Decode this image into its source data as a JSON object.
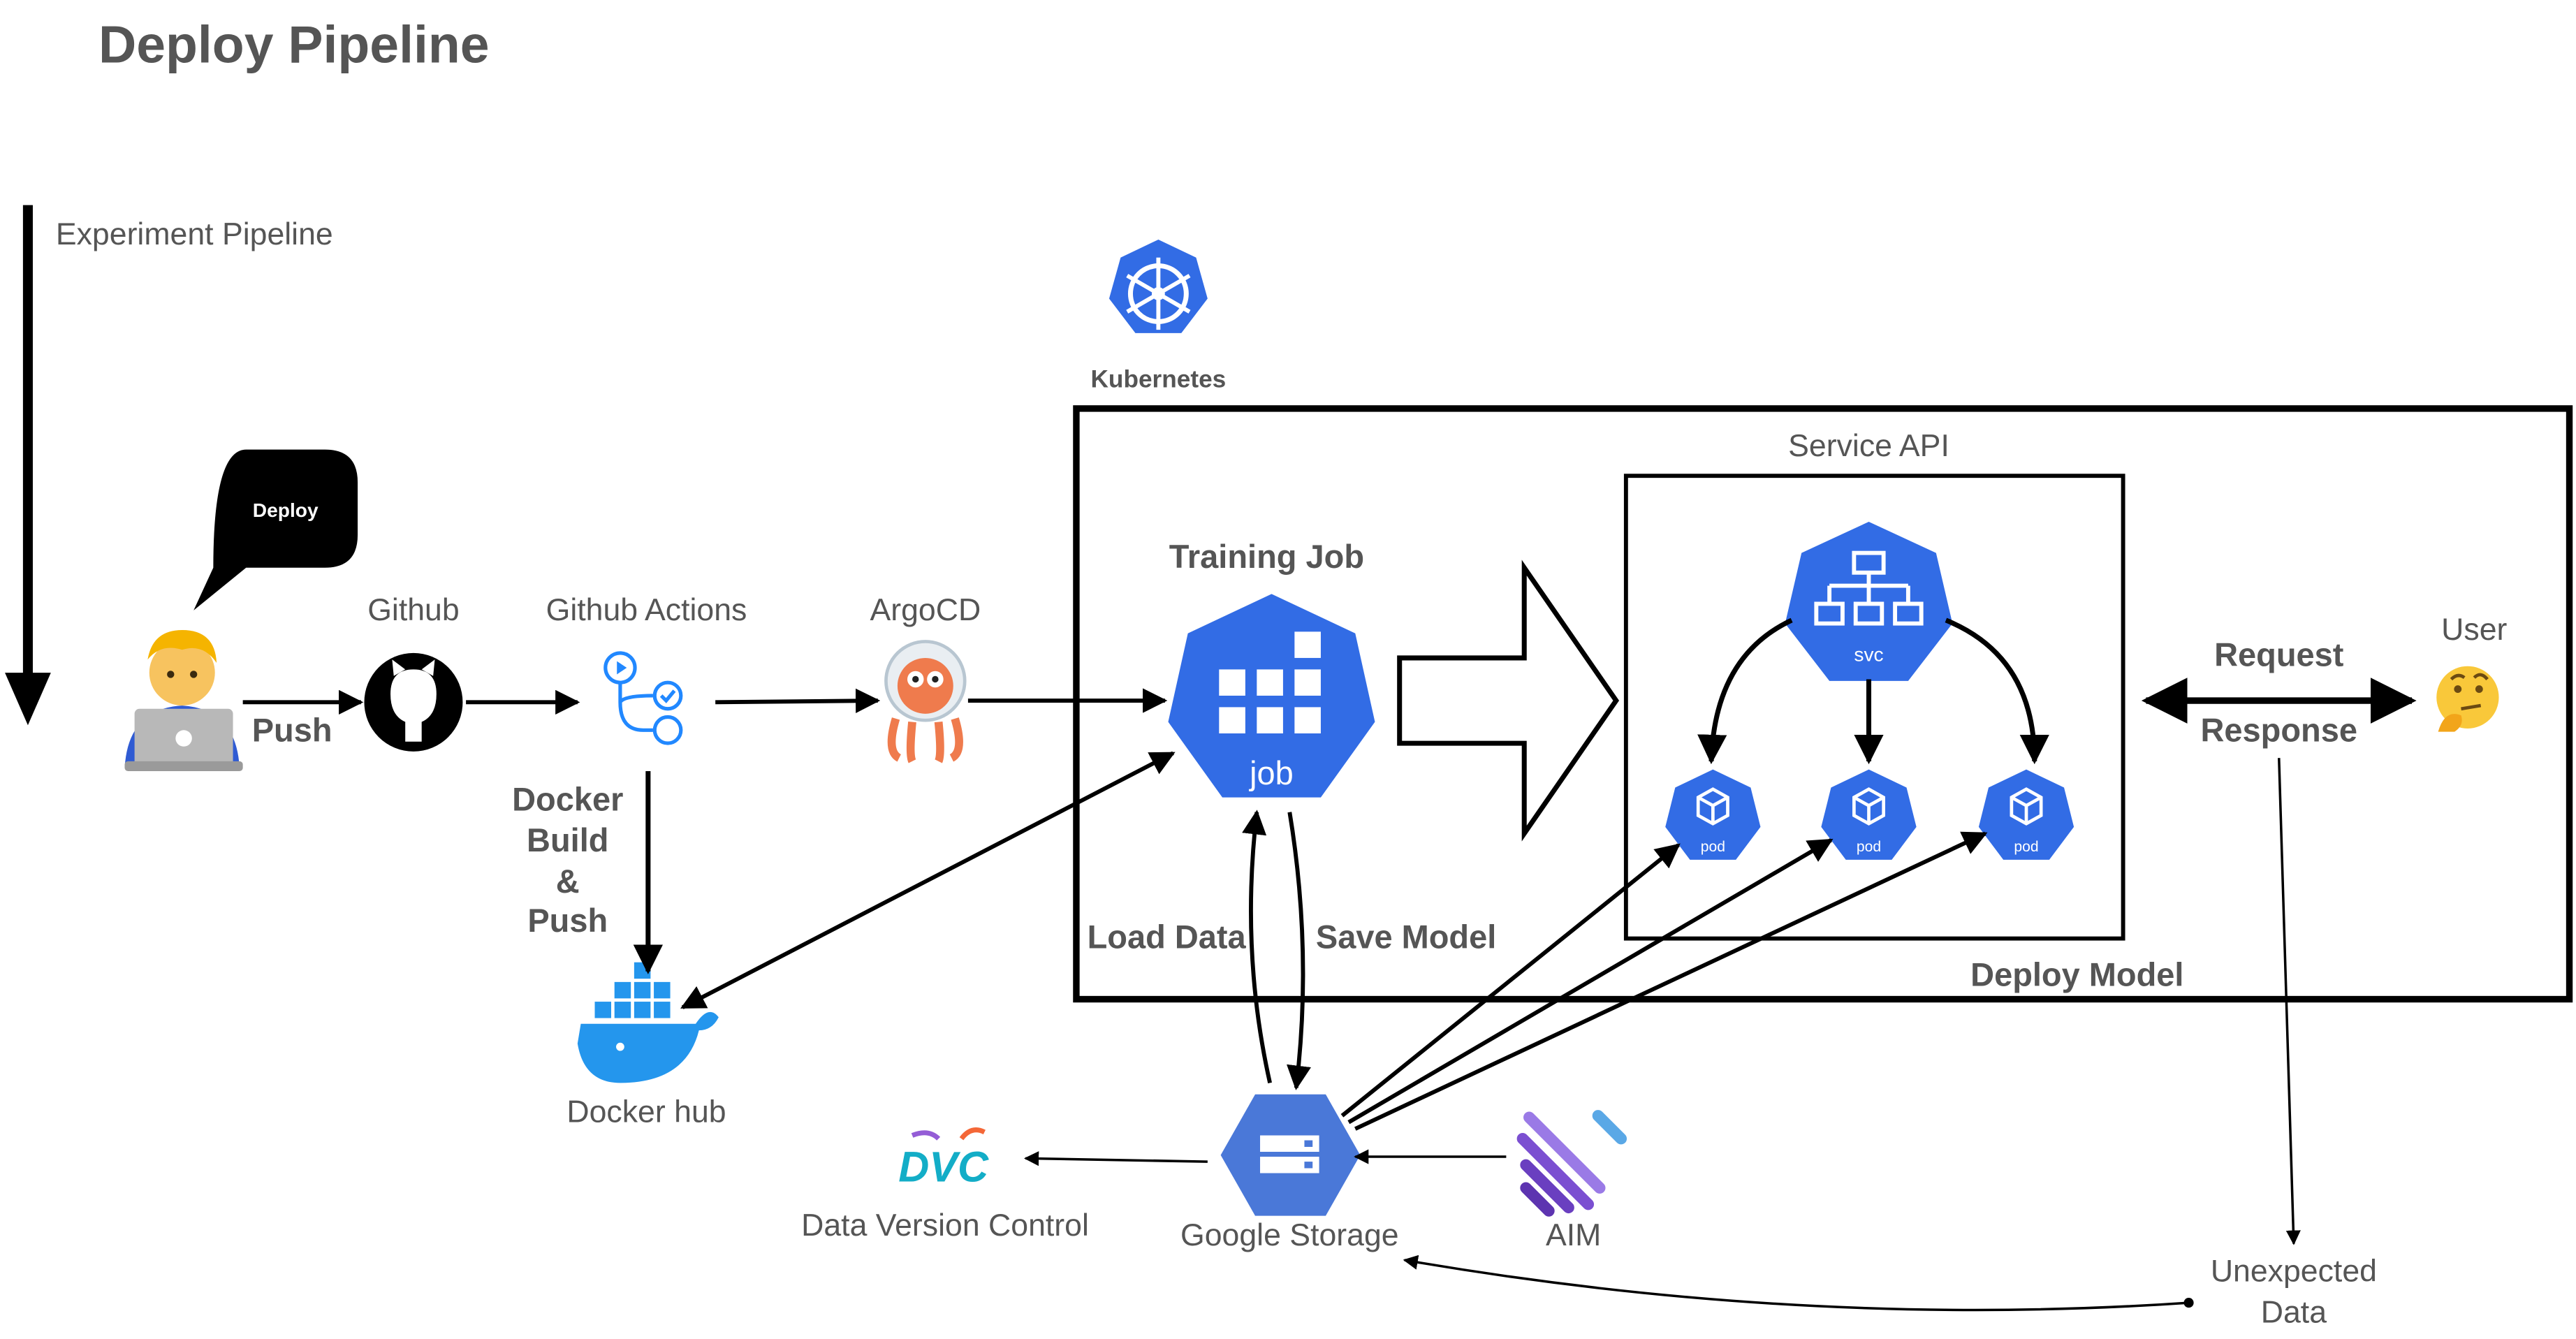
{
  "title": "Deploy Pipeline",
  "experiment_pipeline": "Experiment Pipeline",
  "kubernetes": "Kubernetes",
  "bubble": "Deploy",
  "nodes": {
    "github": "Github",
    "github_actions": "Github Actions",
    "argocd": "ArgoCD",
    "docker_hub": "Docker hub",
    "training_job": "Training Job",
    "service_api": "Service API",
    "user": "User",
    "google_storage": "Google Storage",
    "aim": "AIM",
    "dvc": "Data Version Control",
    "unexpected_1": "Unexpected",
    "unexpected_2": "Data"
  },
  "edges": {
    "push": "Push",
    "docker_1": "Docker",
    "docker_2": "Build",
    "docker_3": "&",
    "docker_4": "Push",
    "load_data": "Load Data",
    "save_model": "Save Model",
    "deploy_model": "Deploy Model",
    "request": "Request",
    "response": "Response"
  },
  "icons": {
    "job_label": "job",
    "svc_label": "svc",
    "pod_label": "pod",
    "dvc_logo": "DVC"
  },
  "colors": {
    "k8s_blue": "#326ce5",
    "text_gray": "#555555",
    "docker_blue": "#2496ed",
    "storage_blue": "#4a78d8",
    "aim_purple": "#7b4fd1"
  }
}
